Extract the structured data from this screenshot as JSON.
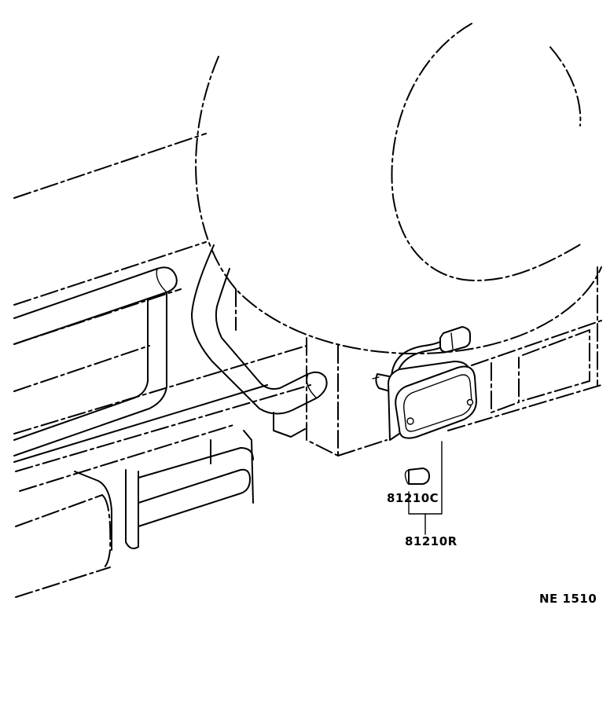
{
  "diagram": {
    "parts": [
      {
        "part_number": "81210C"
      },
      {
        "part_number": "81210R"
      }
    ],
    "reference_code": "NE 1510"
  }
}
